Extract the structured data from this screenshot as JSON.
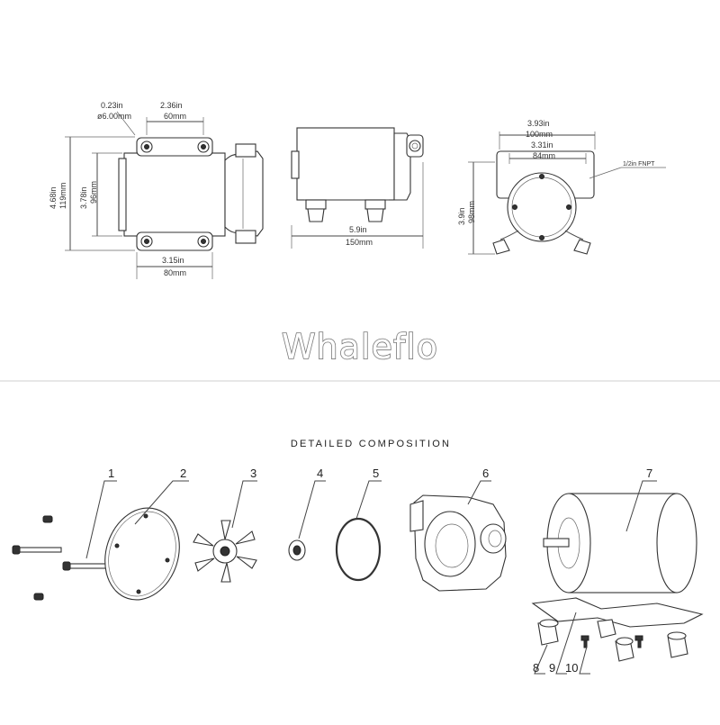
{
  "brand": "Whaleflo",
  "section_title": "DETAILED COMPOSITION",
  "dimensions": {
    "hole_in": "0.23in",
    "hole_mm": "ø6.00mm",
    "bolt_spacing_in": "2.36in",
    "bolt_spacing_mm": "60mm",
    "height_in": "4.68in",
    "height_mm": "119mm",
    "inner_height_in": "3.78in",
    "inner_height_mm": "96mm",
    "base_width_in": "3.15in",
    "base_width_mm": "80mm",
    "length_in": "5.9in",
    "length_mm": "150mm",
    "overall_width_in": "3.93in",
    "overall_width_mm": "100mm",
    "port_spacing_in": "3.31in",
    "port_spacing_mm": "84mm",
    "port_size": "1/2in FNPT",
    "end_height_in": "3.9in",
    "end_height_mm": "98mm"
  },
  "parts": [
    "1",
    "2",
    "3",
    "4",
    "5",
    "6",
    "7",
    "8",
    "9",
    "10"
  ]
}
